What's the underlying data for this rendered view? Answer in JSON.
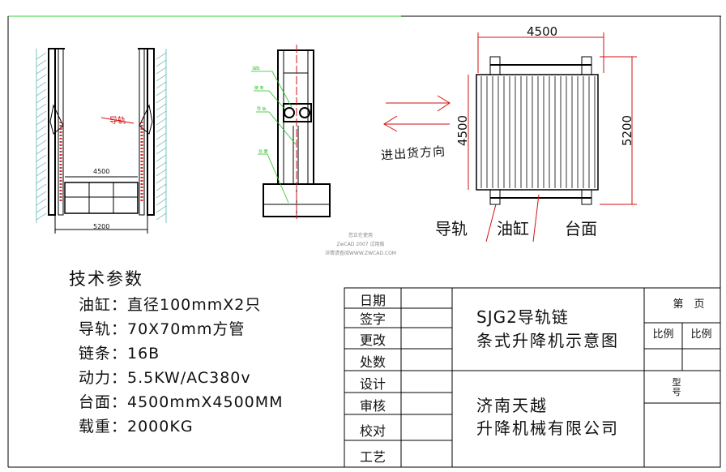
{
  "drawing": {
    "left_view": {
      "rail_label": "导轨",
      "dim_inner": "4500",
      "dim_outer": "5200"
    },
    "side_view": {
      "callouts": [
        "油缸",
        "链 条",
        "导 轨",
        "台 面"
      ]
    },
    "direction_label": "进出货方向",
    "plan_view": {
      "dim_top": "4500",
      "dim_left": "4500",
      "dim_right": "5200",
      "labels": [
        "导轨",
        "油缸",
        "台面"
      ]
    },
    "watermark": [
      "您正在使用",
      "ZwCAD 2007 试用版",
      "详情请查阅WWW.ZWCAD.COM"
    ]
  },
  "specs": {
    "title": "技术参数",
    "items": [
      "油缸：直径100mmX2只",
      "导轨：70X70mm方管",
      "链条：16B",
      "动力：5.5KW/AC380v",
      "台面：4500mmX4500MM",
      "载重：2000KG"
    ]
  },
  "title_block": {
    "rows": [
      "日期",
      "签字",
      "更改",
      "处数",
      "设计",
      "审核",
      "校对",
      "工艺"
    ],
    "drawing_title_1": "SJG2导轨链",
    "drawing_title_2": "条式升降机示意图",
    "company_1": "济南天越",
    "company_2": "升降机械有限公司",
    "page": "第　页",
    "scale_1": "比例",
    "scale_2": "比例",
    "model": "型\n号"
  },
  "colors": {
    "accent_red": "#d01010",
    "callout_green": "#22c022"
  }
}
